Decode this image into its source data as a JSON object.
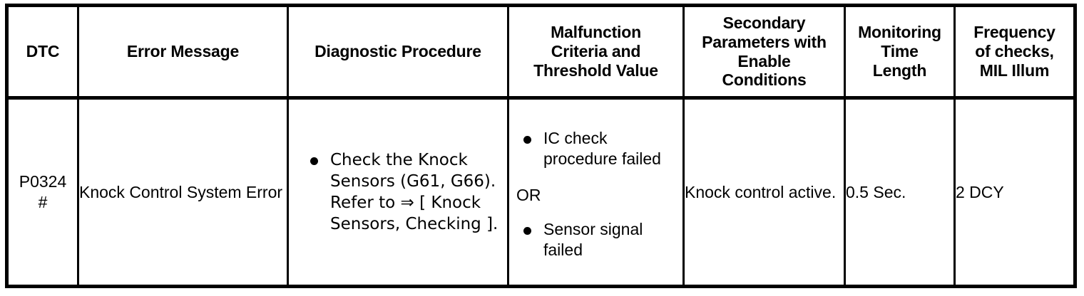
{
  "table": {
    "headers": [
      "DTC",
      "Error Message",
      "Diagnostic Procedure",
      "Malfunction\nCriteria and\nThreshold Value",
      "Secondary\nParameters with\nEnable\nConditions",
      "Monitoring\nTime\nLength",
      "Frequency\nof checks,\nMIL Illum"
    ],
    "header_lines": {
      "dtc": [
        "DTC"
      ],
      "error_message": [
        "Error Message"
      ],
      "diagnostic_procedure": [
        "Diagnostic Procedure"
      ],
      "malfunction_criteria": [
        "Malfunction",
        "Criteria and",
        "Threshold Value"
      ],
      "secondary_parameters": [
        "Secondary",
        "Parameters with",
        "Enable",
        "Conditions"
      ],
      "monitoring_time": [
        "Monitoring",
        "Time",
        "Length"
      ],
      "frequency_checks": [
        "Frequency",
        "of checks,",
        "MIL Illum"
      ]
    },
    "rows": [
      {
        "dtc": "P0324\n#",
        "dtc_lines": [
          "P0324",
          "#"
        ],
        "error_message": "Knock Control System Error",
        "diagnostic_procedure_bullets": [
          "Check the Knock Sensors (G61, G66). Refer to ⇒ [ Knock Sensors, Checking ]."
        ],
        "malfunction_criteria": {
          "first_bullets": [
            "IC check procedure failed"
          ],
          "separator": "OR",
          "second_bullets": [
            "Sensor signal failed"
          ]
        },
        "secondary_parameters": "Knock control active.",
        "monitoring_time_length": "0.5 Sec.",
        "frequency_of_checks": "2 DCY"
      }
    ]
  },
  "style": {
    "border_color": "#000000",
    "background": "#ffffff",
    "text_color": "#000000"
  }
}
